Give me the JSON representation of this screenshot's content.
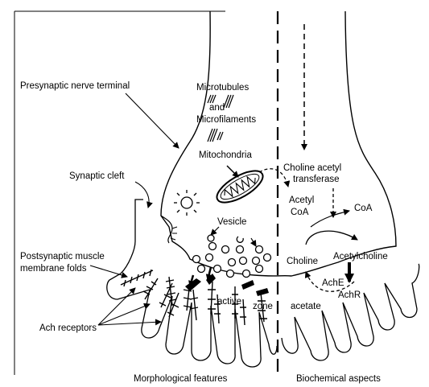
{
  "labels": {
    "presynaptic": "Presynaptic nerve terminal",
    "microtubules": "Microtubules",
    "and": "and",
    "microfilaments": "Microfilaments",
    "mitochondria": "Mitochondria",
    "synaptic_cleft": "Synaptic cleft",
    "vesicle": "Vesicle",
    "postsynaptic_1": "Postsynaptic muscle",
    "postsynaptic_2": "membrane folds",
    "ach_receptors": "Ach receptors",
    "active": "active",
    "zone": "zone",
    "choline_acetyl_1": "Choline acetyl",
    "choline_acetyl_2": "transferase",
    "acetyl": "Acetyl",
    "coa_left": "CoA",
    "coa_right": "CoA",
    "acetylcholine": "Acetylcholine",
    "choline": "Choline",
    "ache": "AchE",
    "achr": "AchR",
    "acetate": "acetate",
    "morphological": "Morphological features",
    "biochemical": "Biochemical aspects"
  }
}
